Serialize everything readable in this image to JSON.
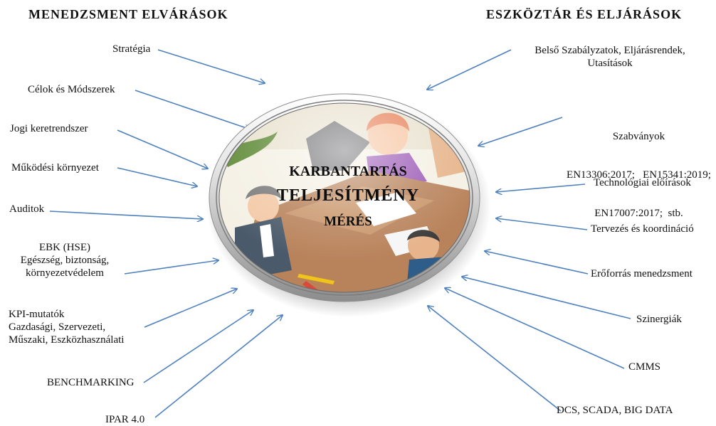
{
  "headings": {
    "left": "MENEDZSMENT ELVÁRÁSOK",
    "right": "ESZKÖZTÁR ÉS ELJÁRÁSOK"
  },
  "center": {
    "line1": "KARBANTARTÁS",
    "line2": "TELJESÍTMÉNY",
    "line3": "MÉRÉS"
  },
  "left_items": [
    {
      "lines": [
        "Stratégia"
      ]
    },
    {
      "lines": [
        "Célok és Módszerek"
      ]
    },
    {
      "lines": [
        "Jogi keretrendszer"
      ]
    },
    {
      "lines": [
        "Működési környezet"
      ]
    },
    {
      "lines": [
        "Auditok"
      ]
    },
    {
      "lines": [
        "EBK (HSE)",
        "Egészség, biztonság,",
        "környezetvédelem"
      ]
    },
    {
      "lines": [
        "KPI-mutatók",
        "Gazdasági, Szervezeti,",
        "Műszaki, Eszközhasználati"
      ]
    },
    {
      "lines": [
        "BENCHMARKING"
      ]
    },
    {
      "lines": [
        "IPAR 4.0"
      ]
    }
  ],
  "right_items": [
    {
      "lines": [
        "Belső Szabályzatok, Eljárásrendek,",
        "Utasítások"
      ]
    },
    {
      "lines": [
        "Szabványok",
        "EN13306:2017;   EN15341:2019;",
        "EN17007:2017;  stb."
      ]
    },
    {
      "lines": [
        "Technológiai előírások"
      ]
    },
    {
      "lines": [
        "Tervezés és koordináció"
      ]
    },
    {
      "lines": [
        "Erőforrás menedzsment"
      ]
    },
    {
      "lines": [
        "Szinergiák"
      ]
    },
    {
      "lines": [
        "CMMS"
      ]
    },
    {
      "lines": [
        "DCS, SCADA, BIG DATA"
      ]
    }
  ],
  "colors": {
    "arrow": "#4f81bd",
    "rim_light": "#f2f2f2",
    "rim_dark": "#9a9a9a",
    "scene_bg": "#f4f0e4",
    "table": "#b8825a",
    "accent_orange": "#e8845c",
    "accent_purple": "#9b59b6",
    "accent_green": "#7aa04a",
    "accent_grey": "#6f6f72"
  }
}
